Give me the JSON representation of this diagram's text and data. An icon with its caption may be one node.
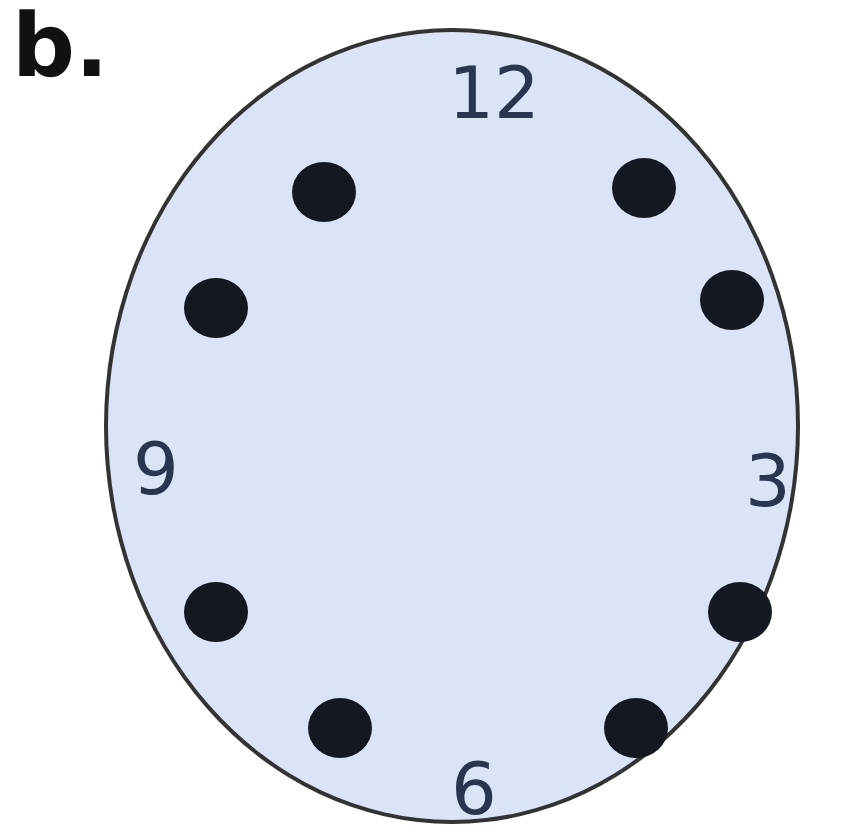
{
  "diagram": {
    "nodes": [
      {
        "text": [
          "12",
          "3",
          "6",
          "9"
        ]
      }
    ],
    "labels": [
      "b."
    ]
  }
}
